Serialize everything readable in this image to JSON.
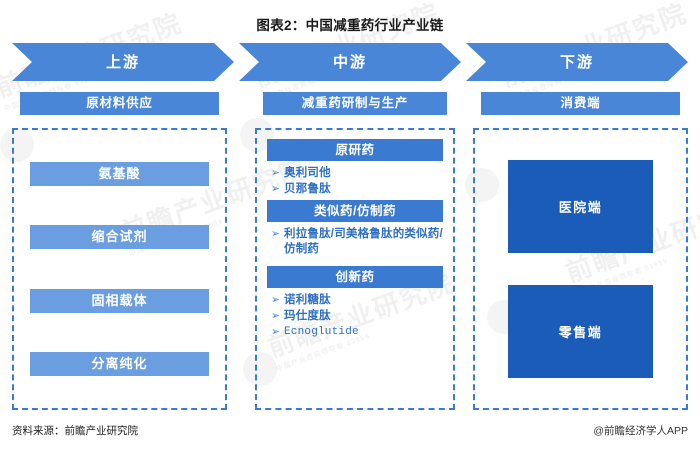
{
  "title": "图表2：中国减重药行业产业链",
  "colors": {
    "chevron": "#4a86d8",
    "header_bar": "#4a86d8",
    "upstream_item": "#6a9ee0",
    "mid_head": "#3a7ad0",
    "downstream_item": "#1a5cb8",
    "dashed_border": "#3a7ad0",
    "bullet_text": "#2f6fc4"
  },
  "stages": [
    {
      "label": "上游"
    },
    {
      "label": "中游"
    },
    {
      "label": "下游"
    }
  ],
  "columns": {
    "upstream": {
      "header": "原材料供应",
      "items": [
        {
          "label": "氨基酸"
        },
        {
          "label": "缩合试剂"
        },
        {
          "label": "固相载体"
        },
        {
          "label": "分离纯化"
        }
      ]
    },
    "midstream": {
      "header": "减重药研制与生产",
      "groups": [
        {
          "title": "原研药",
          "bullets": [
            "奥利司他",
            "贝那鲁肽"
          ]
        },
        {
          "title": "类似药/仿制药",
          "bullets": [
            "利拉鲁肽/司美格鲁肽的类似药/仿制药"
          ]
        },
        {
          "title": "创新药",
          "bullets": [
            "诺利糖肽",
            "玛仕度肽",
            "Ecnoglutide"
          ]
        }
      ]
    },
    "downstream": {
      "header": "消费端",
      "items": [
        {
          "label": "医院端"
        },
        {
          "label": "零售端"
        }
      ]
    }
  },
  "bullet_glyph": "➢",
  "footer": {
    "source": "资料来源：前瞻产业研究院",
    "attribution": "@前瞻经济学人APP"
  },
  "watermark": {
    "main": "前瞻产业研究院",
    "sub": "中国产业咨询领导者 83959"
  }
}
